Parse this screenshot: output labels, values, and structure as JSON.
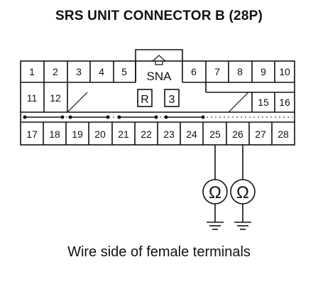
{
  "title": "SRS UNIT CONNECTOR B (28P)",
  "caption": "Wire side of female terminals",
  "connector": {
    "top_row": [
      "1",
      "2",
      "3",
      "4",
      "5",
      "6",
      "7",
      "8",
      "9",
      "10"
    ],
    "middle_row": [
      "11",
      "12",
      "15",
      "16"
    ],
    "bottom_row": [
      "17",
      "18",
      "19",
      "20",
      "21",
      "22",
      "23",
      "24",
      "25",
      "26",
      "27",
      "28"
    ],
    "lock_label": "SNA",
    "marker_r": "R",
    "marker_3": "3"
  },
  "meters": {
    "symbol": "Ω",
    "terminals": [
      "25",
      "26"
    ]
  }
}
